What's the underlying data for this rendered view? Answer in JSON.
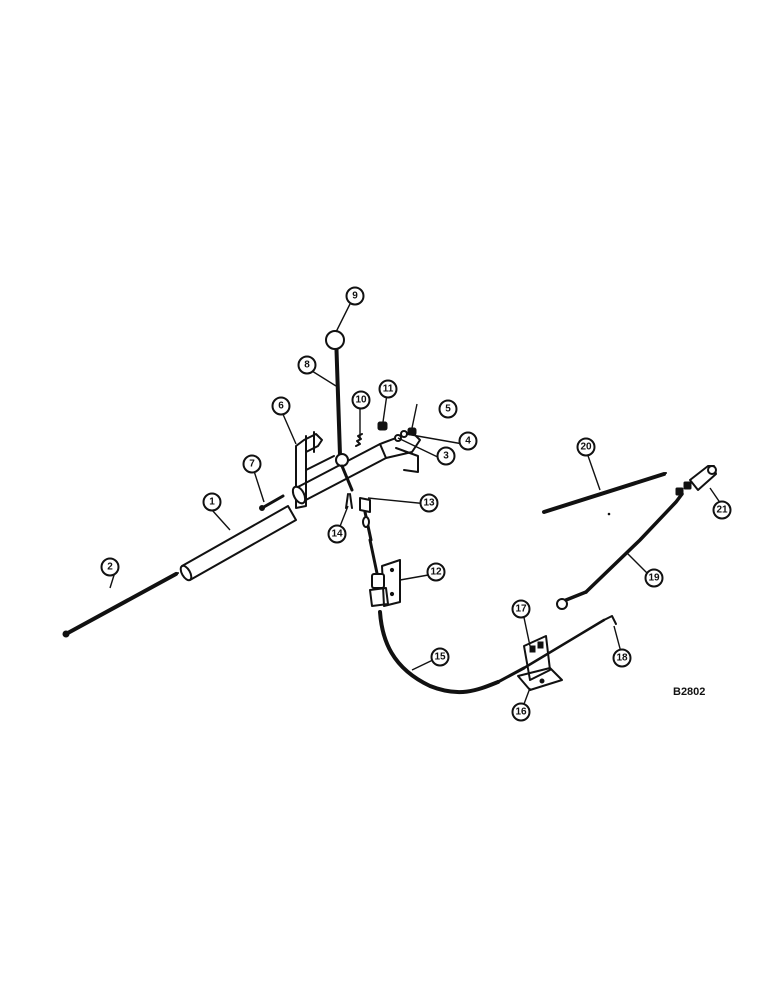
{
  "figure_code": "B2802",
  "callouts": [
    {
      "label": "1",
      "part": "tube"
    },
    {
      "label": "2",
      "part": "long-rod"
    },
    {
      "label": "3",
      "part": "washer"
    },
    {
      "label": "4",
      "part": "washer"
    },
    {
      "label": "5",
      "part": "nut"
    },
    {
      "label": "6",
      "part": "bracket"
    },
    {
      "label": "7",
      "part": "pin"
    },
    {
      "label": "8",
      "part": "shift-lever"
    },
    {
      "label": "9",
      "part": "lever-knob"
    },
    {
      "label": "10",
      "part": "spring"
    },
    {
      "label": "11",
      "part": "nut"
    },
    {
      "label": "12",
      "part": "cable-bracket"
    },
    {
      "label": "13",
      "part": "clevis"
    },
    {
      "label": "14",
      "part": "cotter-pin"
    },
    {
      "label": "15",
      "part": "control-cable"
    },
    {
      "label": "16",
      "part": "mounting-bracket"
    },
    {
      "label": "17",
      "part": "clamp"
    },
    {
      "label": "18",
      "part": "clip"
    },
    {
      "label": "19",
      "part": "linkage-rod"
    },
    {
      "label": "20",
      "part": "threaded-rod"
    },
    {
      "label": "21",
      "part": "rod-end"
    }
  ]
}
